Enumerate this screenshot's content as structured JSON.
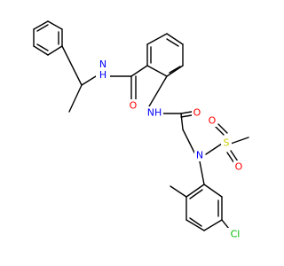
{
  "atoms": {
    "nh_amide": "N\nH",
    "o_amide": "O",
    "nh_anilide": "NH",
    "o_acetamide": "O",
    "n_sulfonamide": "N",
    "s_sulfonyl": "S",
    "o_sulfonyl_top": "O",
    "o_sulfonyl_bottom": "O",
    "cl": "Cl"
  },
  "colors": {
    "bond": "#000000",
    "nitrogen": "#0000ff",
    "oxygen": "#ff0000",
    "sulfur": "#cccc00",
    "chlorine": "#00bb00"
  }
}
